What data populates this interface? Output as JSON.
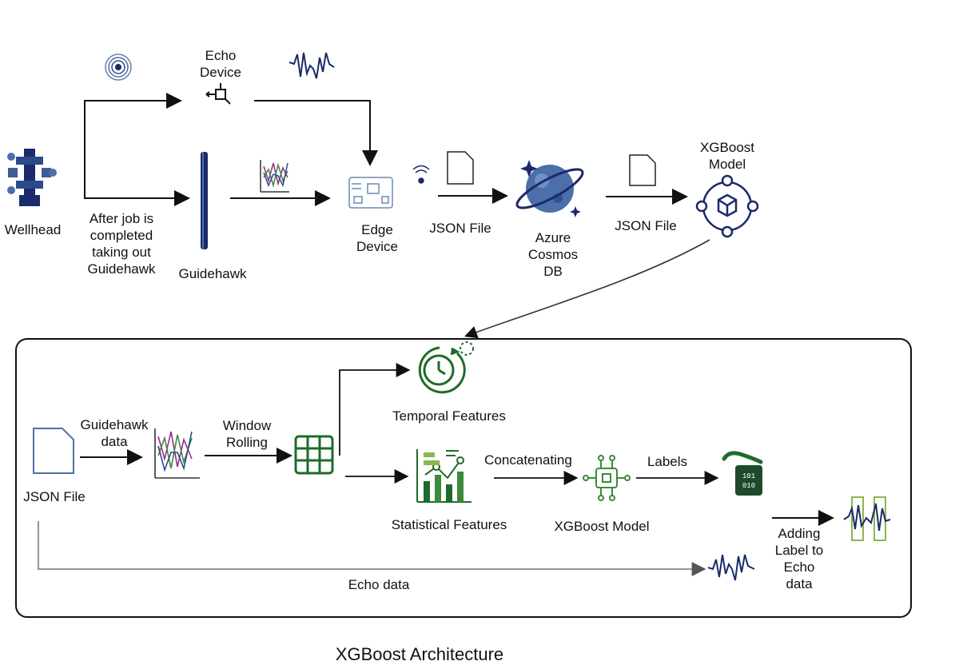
{
  "top": {
    "wellhead_label": "Wellhead",
    "after_job_label": "After job is\ncompleted\ntaking out\nGuidehawk",
    "echo_device_label": "Echo\nDevice",
    "guidehawk_label": "Guidehawk",
    "edge_device_label": "Edge\nDevice",
    "json_file_label_1": "JSON File",
    "azure_label": "Azure\nCosmos\nDB",
    "json_file_label_2": "JSON File",
    "xgboost_model_label": "XGBoost\nModel"
  },
  "pipeline": {
    "json_file_label": "JSON File",
    "guidehawk_data_label": "Guidehawk\ndata",
    "window_rolling_label": "Window\nRolling",
    "temporal_features_label": "Temporal Features",
    "statistical_features_label": "Statistical Features",
    "concatenating_label": "Concatenating",
    "xgboost_model_label": "XGBoost Model",
    "labels_label": "Labels",
    "adding_label": "Adding\nLabel to\nEcho\ndata",
    "echo_data_label": "Echo data"
  },
  "caption": "XGBoost Architecture",
  "colors": {
    "green": "#1f6b2a",
    "navy": "#1b2a6b",
    "blue": "#4b6fa8"
  }
}
